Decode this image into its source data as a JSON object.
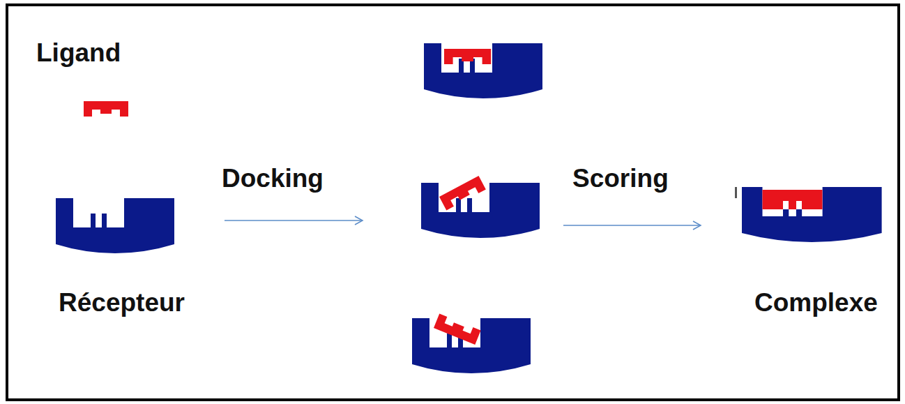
{
  "diagram": {
    "labels": [
      "Ligand",
      "Docking",
      "Scoring",
      "Récepteur",
      "Complexe"
    ]
  }
}
